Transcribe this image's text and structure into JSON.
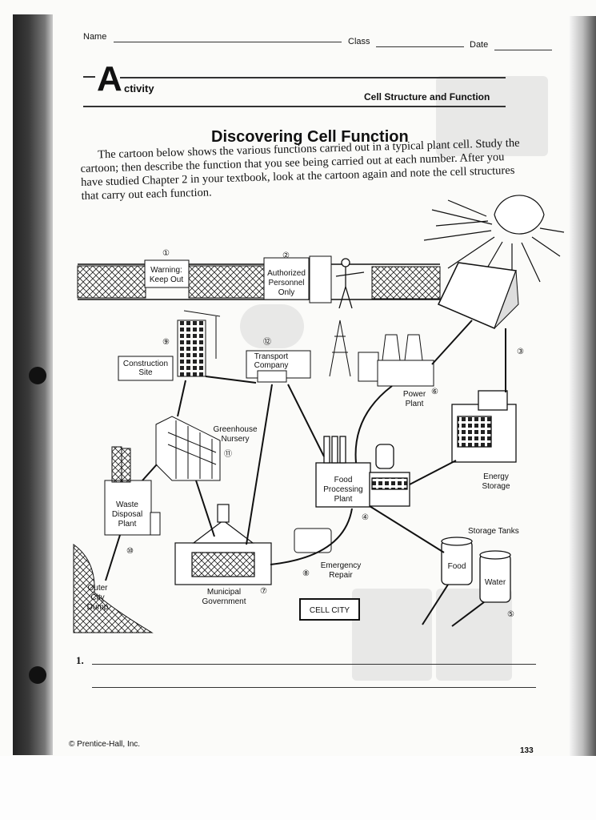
{
  "header": {
    "name_label": "Name",
    "class_label": "Class",
    "date_label": "Date",
    "activity_letter": "A",
    "activity_rest": "ctivity",
    "section_title": "Cell Structure and Function"
  },
  "worksheet": {
    "title": "Discovering Cell Function",
    "intro": "The cartoon below shows the various functions carried out in a typical plant cell. Study the cartoon; then describe the function that you see being carried out at each number. After you have studied Chapter 2 in your textbook, look at the cartoon again and note the cell structures that carry out each function."
  },
  "cartoon": {
    "signs": {
      "warning": [
        "Warning:",
        "Keep Out"
      ],
      "authorized": [
        "Authorized",
        "Personnel",
        "Only"
      ],
      "construction": [
        "Construction",
        "Site"
      ],
      "transport": [
        "Transport",
        "Company"
      ],
      "food_plant": [
        "Food",
        "Processing",
        "Plant"
      ],
      "waste": [
        "Waste",
        "Disposal",
        "Plant"
      ],
      "cell_city": "CELL CITY"
    },
    "labels": {
      "greenhouse": [
        "Greenhouse",
        "Nursery"
      ],
      "power": [
        "Power",
        "Plant"
      ],
      "energy": [
        "Energy",
        "Storage"
      ],
      "storage_tanks": "Storage Tanks",
      "food_tank": "Food",
      "water_tank": "Water",
      "emergency": [
        "Emergency",
        "Repair"
      ],
      "municipal": [
        "Municipal",
        "Government"
      ],
      "dump": [
        "Outer",
        "City",
        "Dump"
      ]
    },
    "numbers": {
      "n1": "①",
      "n2": "②",
      "n3": "③",
      "n4": "④",
      "n5": "⑤",
      "n6": "⑥",
      "n7": "⑦",
      "n8": "⑧",
      "n9": "⑨",
      "n10": "⑩",
      "n11": "⑪",
      "n12": "⑫"
    }
  },
  "answers": {
    "q1_label": "1."
  },
  "footer": {
    "copyright": "© Prentice-Hall, Inc.",
    "page_number": "133"
  }
}
